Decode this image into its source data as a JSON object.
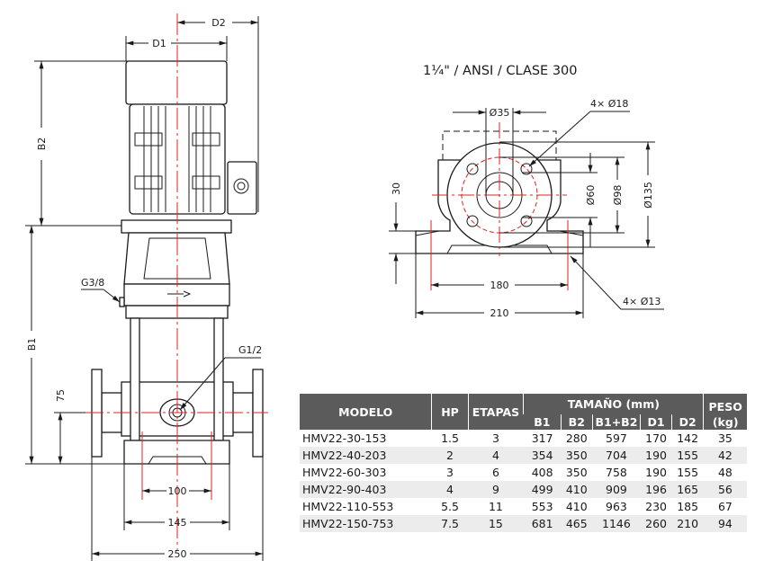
{
  "pump_view": {
    "labels": {
      "d1": "D1",
      "d2": "D2",
      "b1": "B1",
      "b2": "B2",
      "dim_75": "75",
      "dim_100": "100",
      "dim_145": "145",
      "dim_250": "250",
      "port_g38": "G3/8",
      "port_g12": "G1/2"
    }
  },
  "flange_view": {
    "title": "1¼\" / ANSI / CLASE 300",
    "labels": {
      "bore": "Ø35",
      "bolt_holes": "4× Ø18",
      "d60": "Ø60",
      "d98": "Ø98",
      "d135": "Ø135",
      "h30": "30",
      "dim_180": "180",
      "dim_210": "210",
      "foot_holes": "4× Ø13"
    }
  },
  "table": {
    "headers": {
      "modelo": "MODELO",
      "hp": "HP",
      "etapas": "ETAPAS",
      "tamano": "TAMAÑO (mm)",
      "b1": "B1",
      "b2": "B2",
      "b1b2": "B1+B2",
      "d1": "D1",
      "d2": "D2",
      "peso": "PESO",
      "peso_unit": "(kg)"
    },
    "rows": [
      {
        "modelo": "HMV22-30-153",
        "hp": "1.5",
        "etapas": "3",
        "b1": "317",
        "b2": "280",
        "b1b2": "597",
        "d1": "170",
        "d2": "142",
        "peso": "35"
      },
      {
        "modelo": "HMV22-40-203",
        "hp": "2",
        "etapas": "4",
        "b1": "354",
        "b2": "350",
        "b1b2": "704",
        "d1": "190",
        "d2": "155",
        "peso": "42"
      },
      {
        "modelo": "HMV22-60-303",
        "hp": "3",
        "etapas": "6",
        "b1": "408",
        "b2": "350",
        "b1b2": "758",
        "d1": "190",
        "d2": "155",
        "peso": "48"
      },
      {
        "modelo": "HMV22-90-403",
        "hp": "4",
        "etapas": "9",
        "b1": "499",
        "b2": "410",
        "b1b2": "909",
        "d1": "196",
        "d2": "165",
        "peso": "56"
      },
      {
        "modelo": "HMV22-110-553",
        "hp": "5.5",
        "etapas": "11",
        "b1": "553",
        "b2": "410",
        "b1b2": "963",
        "d1": "230",
        "d2": "185",
        "peso": "67"
      },
      {
        "modelo": "HMV22-150-753",
        "hp": "7.5",
        "etapas": "15",
        "b1": "681",
        "b2": "465",
        "b1b2": "1146",
        "d1": "260",
        "d2": "210",
        "peso": "94"
      }
    ]
  },
  "colors": {
    "header_bg": "#5b5b5b",
    "row_alt": "#ececec",
    "centerline": "#e02020"
  }
}
